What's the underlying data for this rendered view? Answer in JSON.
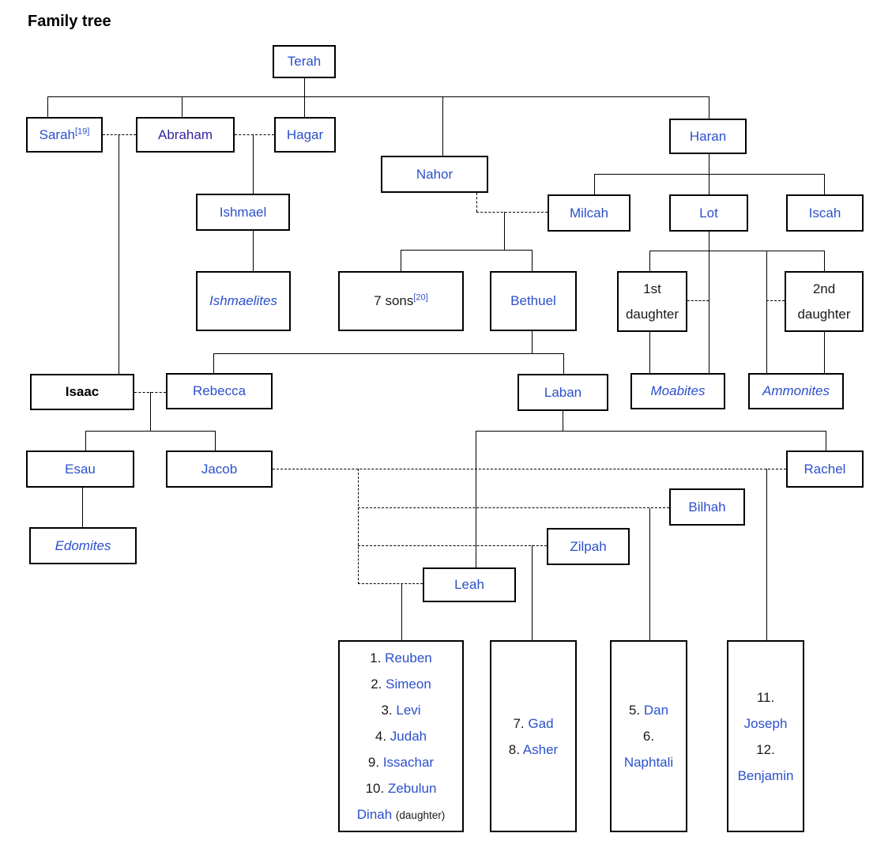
{
  "title": "Family tree",
  "colors": {
    "link_blue": "#2b50cc",
    "visited_link": "#3327a0",
    "text": "#1a1a1a",
    "line": "#000000"
  },
  "nodes": {
    "terah": {
      "label": "Terah"
    },
    "sarah": {
      "label": "Sarah",
      "ref": "[19]"
    },
    "abraham": {
      "label": "Abraham"
    },
    "hagar": {
      "label": "Hagar"
    },
    "nahor": {
      "label": "Nahor"
    },
    "haran": {
      "label": "Haran"
    },
    "ishmael": {
      "label": "Ishmael"
    },
    "ishmaelites": {
      "label": "Ishmaelites"
    },
    "milcah": {
      "label": "Milcah"
    },
    "lot": {
      "label": "Lot"
    },
    "iscah": {
      "label": "Iscah"
    },
    "seven_sons": {
      "label": "7 sons",
      "ref": "[20]"
    },
    "bethuel": {
      "label": "Bethuel"
    },
    "first_daughter": {
      "label": "1st daughter"
    },
    "second_daughter": {
      "label": "2nd daughter"
    },
    "isaac": {
      "label": "Isaac"
    },
    "rebecca": {
      "label": "Rebecca"
    },
    "laban": {
      "label": "Laban"
    },
    "moabites": {
      "label": "Moabites"
    },
    "ammonites": {
      "label": "Ammonites"
    },
    "esau": {
      "label": "Esau"
    },
    "jacob": {
      "label": "Jacob"
    },
    "rachel": {
      "label": "Rachel"
    },
    "bilhah": {
      "label": "Bilhah"
    },
    "edomites": {
      "label": "Edomites"
    },
    "zilpah": {
      "label": "Zilpah"
    },
    "leah": {
      "label": "Leah"
    }
  },
  "children_boxes": {
    "leah": {
      "items": [
        {
          "num": "1.",
          "name": "Reuben"
        },
        {
          "num": "2.",
          "name": "Simeon"
        },
        {
          "num": "3.",
          "name": "Levi"
        },
        {
          "num": "4.",
          "name": "Judah"
        },
        {
          "num": "9.",
          "name": "Issachar"
        },
        {
          "num": "10.",
          "name": "Zebulun"
        },
        {
          "num": "",
          "name": "Dinah",
          "note": "(daughter)"
        }
      ]
    },
    "zilpah": {
      "items": [
        {
          "num": "7.",
          "name": "Gad"
        },
        {
          "num": "8.",
          "name": "Asher"
        }
      ]
    },
    "bilhah": {
      "items": [
        {
          "num": "5.",
          "name": "Dan"
        },
        {
          "num": "6.",
          "name": "Naphtali"
        }
      ]
    },
    "rachel": {
      "items": [
        {
          "num": "11.",
          "name": "Joseph"
        },
        {
          "num": "12.",
          "name": "Benjamin"
        }
      ]
    }
  }
}
